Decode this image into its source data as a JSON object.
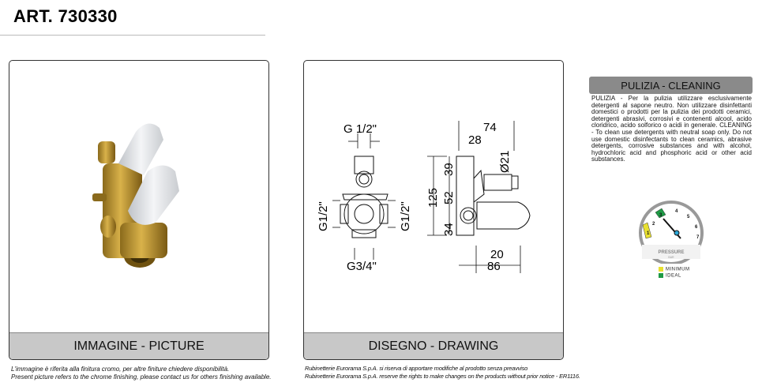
{
  "header": {
    "title": "ART. 730330"
  },
  "picture_panel": {
    "caption": "IMMAGINE - PICTURE"
  },
  "drawing_panel": {
    "caption": "DISEGNO - DRAWING",
    "dimensions": {
      "top_thread": "G 1/2\"",
      "left_thread": "G1/2\"",
      "right_thread": "G1/2\"",
      "bottom_thread": "G3/4\"",
      "d74": "74",
      "d28": "28",
      "d21": "Ø21",
      "d39": "39",
      "d125": "125",
      "d52": "52",
      "d34": "34",
      "d20": "20",
      "d86": "86"
    }
  },
  "cleaning": {
    "title": "PULIZIA - CLEANING",
    "text": "PULIZIA - Per la pulizia utilizzare esclusivamente detergenti al sapone neutro. Non utilizzare disinfettanti domestici o prodotti per la pulizia dei prodotti ceramici, detergenti abrasivi, corrosivi e contenenti alcool, acido cloridrico, acido solforico o acidi in generale. CLEANING - To clean use detergents with neutral soap only. Do not use domestic disinfectants to clean ceramics, abrasive detergents, corrosive substances and with alcohol, hydrochloric acid and phosphoric acid or other acid substances."
  },
  "gauge": {
    "label": "PRESSURE",
    "unit": "BAR",
    "ticks": [
      "1",
      "2",
      "3",
      "4",
      "5",
      "6",
      "7"
    ],
    "value": 3,
    "legend": [
      {
        "label": "MINIMUM",
        "color": "#e8e030"
      },
      {
        "label": "IDEAL",
        "color": "#1e9a45"
      }
    ]
  },
  "notes": {
    "picture_it": "L'immagine è riferita alla finitura cromo, per altre finiture chiedere disponibilità.",
    "picture_en": "Present picture refers to the chrome finishing, please contact us for others finishing available.",
    "drawing_it": "Rubinetterie Eurorama S.p.A. si riserva di apportare modifiche al prodotto senza preavviso",
    "drawing_en": "Rubinetterie Eurorama S.p.A. reserve the rights to make changes on the products without prior notice - ER1116."
  }
}
